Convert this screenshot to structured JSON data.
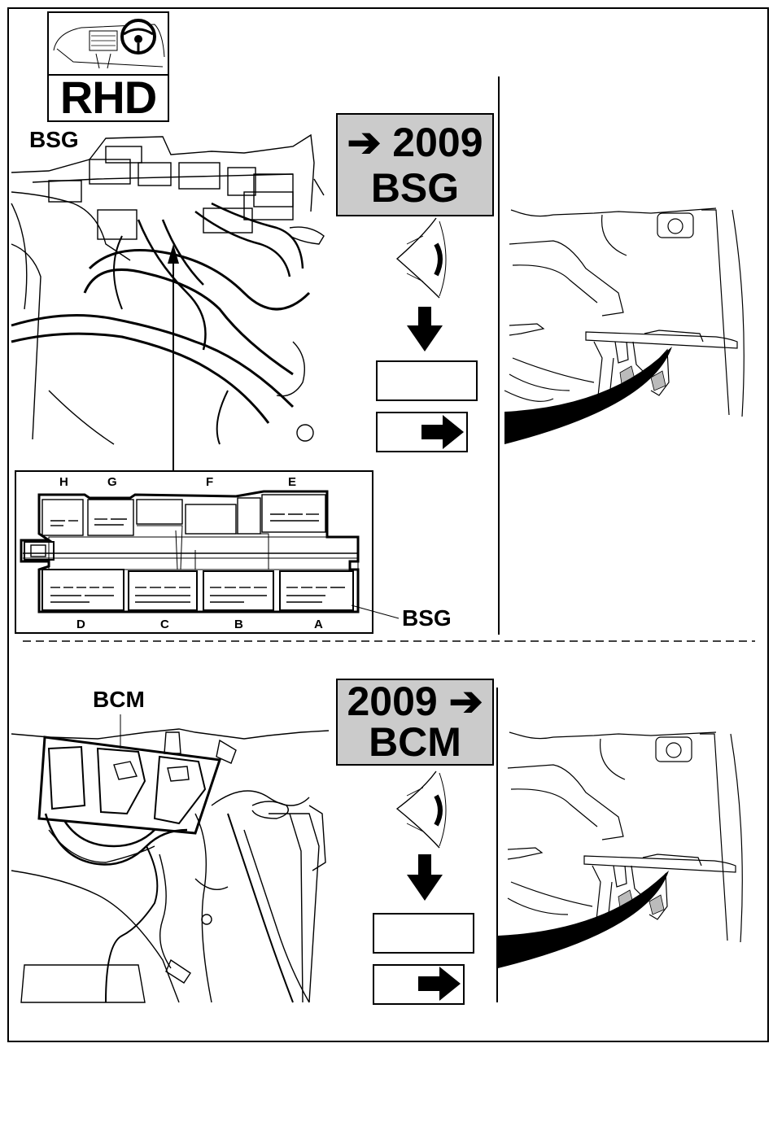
{
  "badge": {
    "text": "RHD"
  },
  "top_section": {
    "title_line1": "➔ 2009",
    "title_line2": "BSG",
    "photo_label": "BSG",
    "inset_label": "BSG",
    "connectors": [
      "H",
      "G",
      "F",
      "E",
      "D",
      "C",
      "B",
      "A"
    ]
  },
  "bottom_section": {
    "title_line1": "2009 ➔",
    "title_line2": "BCM",
    "photo_label": "BCM"
  },
  "icons": {
    "eye": "eye-icon",
    "down_arrow": "arrow-down-icon",
    "right_arrow": "arrow-right-icon",
    "steering": "steering-wheel-icon"
  }
}
